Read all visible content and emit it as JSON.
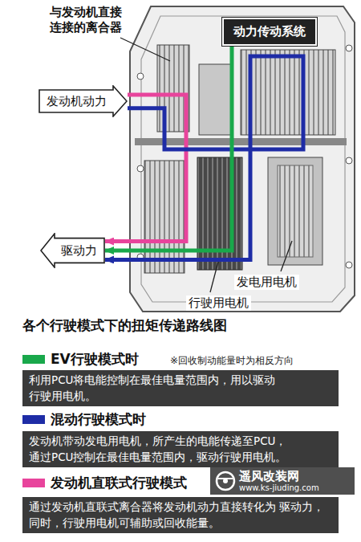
{
  "diagram": {
    "title": "各个行驶模式下的扭矩传递路线图",
    "nodes": [
      {
        "text": [
          "动力传动系统"
        ]
      },
      {
        "text": [
          "发动机动力"
        ]
      },
      {
        "text": [
          "驱动力"
        ]
      },
      {
        "text": [
          "利用PCU将电能控制在最佳电量范围内，用以驱动 行驶用电机。"
        ]
      },
      {
        "text": [
          "发动机带动发电用电机，所产生的电能传递至PCU， 通过PCU控制在最佳电量范围内，驱动行驶用电机。"
        ]
      },
      {
        "text": [
          "通过发动机直联式离合器将发动机动力直接转化为 驱动力，同时，行驶用电机可辅助或回收能量。"
        ]
      }
    ],
    "edges": [
      {
        "from": 1,
        "to": 2,
        "arrow": "to"
      },
      {
        "from": 1,
        "to": 2,
        "arrow": "to"
      },
      {
        "from": 0,
        "to": 2,
        "arrow": "to"
      }
    ],
    "labels": [
      "与发动机直接 连接的离合器",
      "发电用电机",
      "行驶用电机",
      "※回收制动能量时为相反方向",
      "遥风改装网",
      "www.ks-jiuding.com"
    ],
    "legend": [
      {
        "text": "EV行驶模式时",
        "color": "#19a84b"
      },
      {
        "text": "混动行驶模式时",
        "color": "#1e2ca6"
      },
      {
        "text": "发动机直联式行驶模式",
        "color": "#e8449c"
      }
    ]
  }
}
